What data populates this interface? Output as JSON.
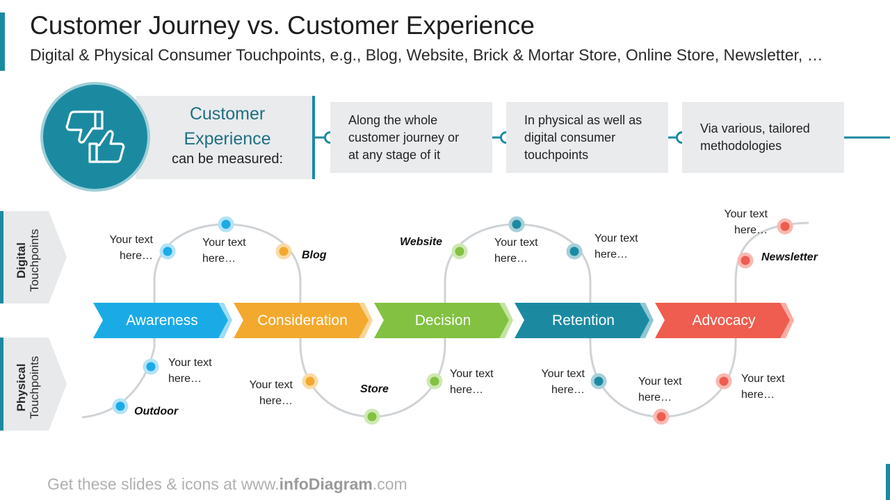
{
  "header": {
    "title": "Customer Journey vs. Customer Experience",
    "subtitle": "Digital & Physical Consumer Touchpoints, e.g., Blog, Website, Brick & Mortar Store, Online Store, Newsletter, …"
  },
  "experience": {
    "title": "Customer Experience",
    "subtitle": "can be measured:",
    "icon": "thumbs-down-up-icon",
    "cards": [
      {
        "line1": "Along the whole",
        "line2": "customer journey or",
        "line3": "at any stage of it"
      },
      {
        "line1": "In physical as well as",
        "line2": "digital consumer",
        "line3": "touchpoints"
      },
      {
        "line1": "Via various, tailored",
        "line2": "methodologies",
        "line3": ""
      }
    ]
  },
  "bands": {
    "digital": {
      "line1": "Digital",
      "line2": "Touchpoints"
    },
    "physical": {
      "line1": "Physical",
      "line2": "Touchpoints"
    }
  },
  "stages": [
    {
      "label": "Awareness",
      "color": "#1aabe6"
    },
    {
      "label": "Consideration",
      "color": "#f2a92d"
    },
    {
      "label": "Decision",
      "color": "#82c141"
    },
    {
      "label": "Retention",
      "color": "#1b8aa1"
    },
    {
      "label": "Advocacy",
      "color": "#ee5d4f"
    }
  ],
  "touchpoints": {
    "outdoor": "Outdoor",
    "blog": "Blog",
    "store": "Store",
    "website": "Website",
    "newsletter": "Newsletter"
  },
  "placeholder": {
    "line1": "Your text",
    "line2": "here…"
  },
  "colors": {
    "accent": "#1b8aa1",
    "panel": "#e9ebed",
    "band": "#e7e9eb",
    "curve": "#cfd3d6"
  },
  "footer": {
    "prefix": "Get these slides & icons at www.",
    "brand": "infoDiagram",
    "suffix": ".com"
  }
}
